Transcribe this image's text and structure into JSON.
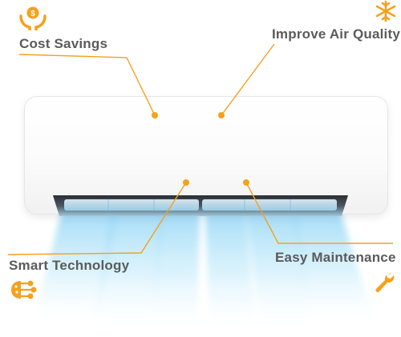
{
  "features": {
    "cost_savings": {
      "label": "Cost Savings",
      "icon": "hand-dollar-icon"
    },
    "air_quality": {
      "label": "Improve Air Quality",
      "icon": "snowflake-icon"
    },
    "smart_technology": {
      "label": "Smart Technology",
      "icon": "circuit-chip-icon"
    },
    "easy_maintenance": {
      "label": "Easy Maintenance",
      "icon": "wrench-icon"
    }
  },
  "colors": {
    "accent": "#f5a11c",
    "label": "#5b5b5b",
    "airflow": "#bfe6f8"
  }
}
